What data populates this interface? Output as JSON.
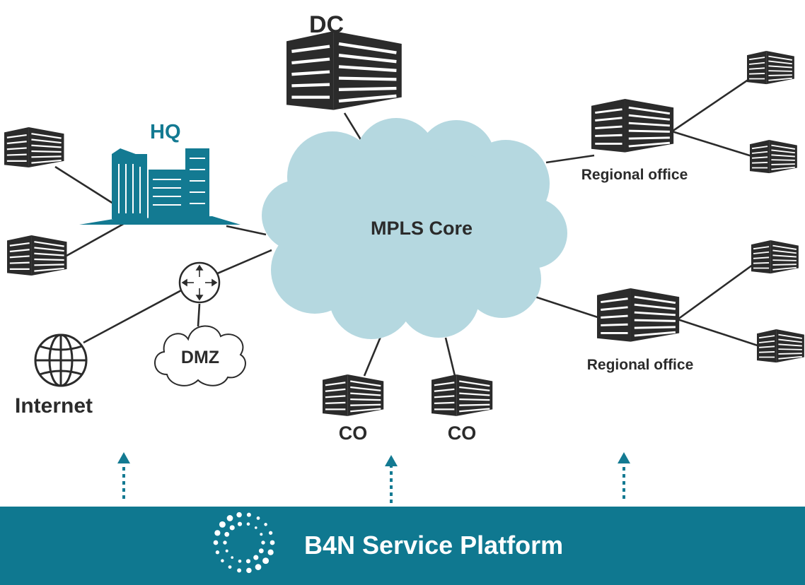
{
  "labels": {
    "dc": "DC",
    "hq": "HQ",
    "mpls": "MPLS Core",
    "dmz": "DMZ",
    "internet": "Internet",
    "co_left": "CO",
    "co_right": "CO",
    "regional_top": "Regional office",
    "regional_bottom": "Regional office"
  },
  "platform": {
    "title": "B4N Service Platform"
  },
  "colors": {
    "accent": "#137a92",
    "cloud": "#b5d8e0",
    "building": "#2b2b2b",
    "platform_bar": "#0f7890"
  },
  "icons": [
    "building-icon",
    "hq-building-icon",
    "cloud-icon",
    "router-icon",
    "globe-icon",
    "platform-logo-icon",
    "arrow-up-icon"
  ]
}
